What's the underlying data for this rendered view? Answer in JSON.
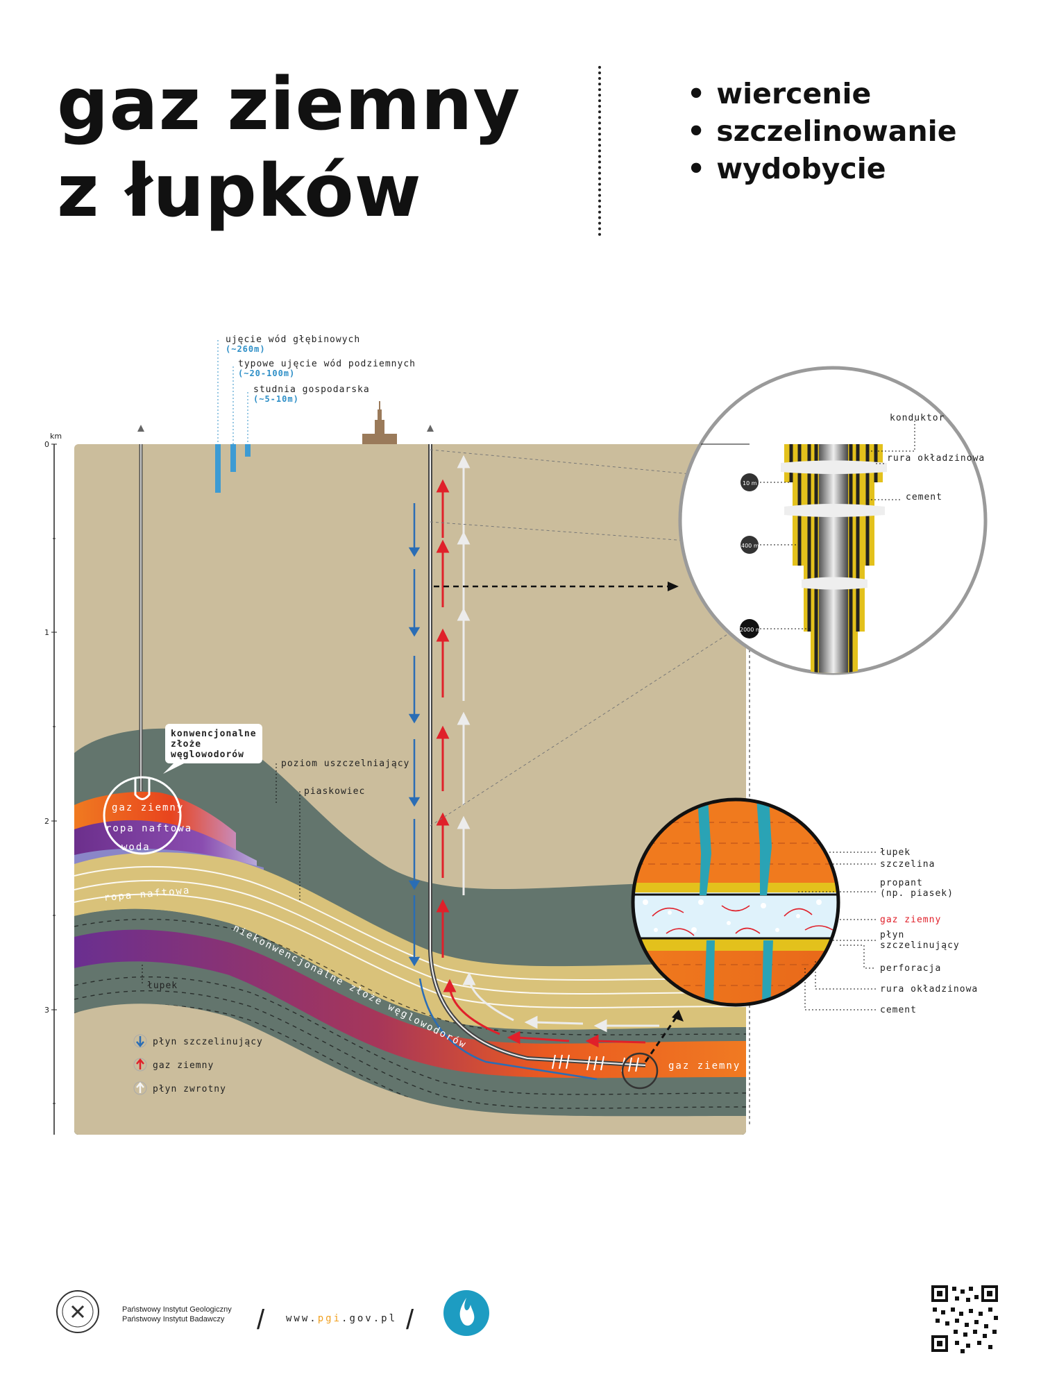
{
  "title": {
    "line1": "gaz ziemny",
    "line2": "z łupków"
  },
  "bullets": [
    "wiercenie",
    "szczelinowanie",
    "wydobycie"
  ],
  "depth_axis": {
    "unit": "km",
    "ticks": [
      "0",
      "1",
      "2",
      "3"
    ]
  },
  "water_labels": [
    {
      "name": "ujęcie wód głębinowych",
      "depth": "(~260m)"
    },
    {
      "name": "typowe ujęcie wód podziemnych",
      "depth": "(~20-100m)"
    },
    {
      "name": "studnia gospodarska",
      "depth": "(~5-10m)"
    }
  ],
  "layer_labels": {
    "conventional": [
      "konwencjonalne",
      "złoże",
      "węglowodorów"
    ],
    "sealing": "poziom uszczelniający",
    "sandstone": "piaskowiec",
    "gas": "gaz ziemny",
    "oil": "ropa naftowa",
    "water": "woda",
    "oil2": "ropa naftowa",
    "unconventional": "niekonwencjonalne złoże węglowodorów",
    "shale": "łupek",
    "gas_shale": "gaz ziemny"
  },
  "casing_labels": {
    "conductor": "konduktor",
    "casing": "rura okładzinowa",
    "cement": "cement",
    "depths": [
      "10 m",
      "400 m",
      "2000 m"
    ]
  },
  "frac_labels": {
    "shale": "łupek",
    "fracture": "szczelina",
    "proppant": [
      "propant",
      "(np. piasek)"
    ],
    "gas": "gaz ziemny",
    "fluid": [
      "płyn",
      "szczelinujący"
    ],
    "perforation": "perforacja",
    "casing": "rura okładzinowa",
    "cement": "cement"
  },
  "legend": [
    "płyn szczelinujący",
    "gaz ziemny",
    "płyn zwrotny"
  ],
  "colors": {
    "frac_fluid": "#2a6db5",
    "gas": "#e0202a",
    "return": "#e8e8e8",
    "beige": "#cbbd9c",
    "slate": "#63756d",
    "sand": "#d9c27a"
  },
  "footer": {
    "institute_line1": "Państwowy Instytut Geologiczny",
    "institute_line2": "Państwowy Instytut Badawczy",
    "www_prefix": "www.",
    "www_highlight": "pgi",
    "www_suffix": ".gov.pl"
  }
}
